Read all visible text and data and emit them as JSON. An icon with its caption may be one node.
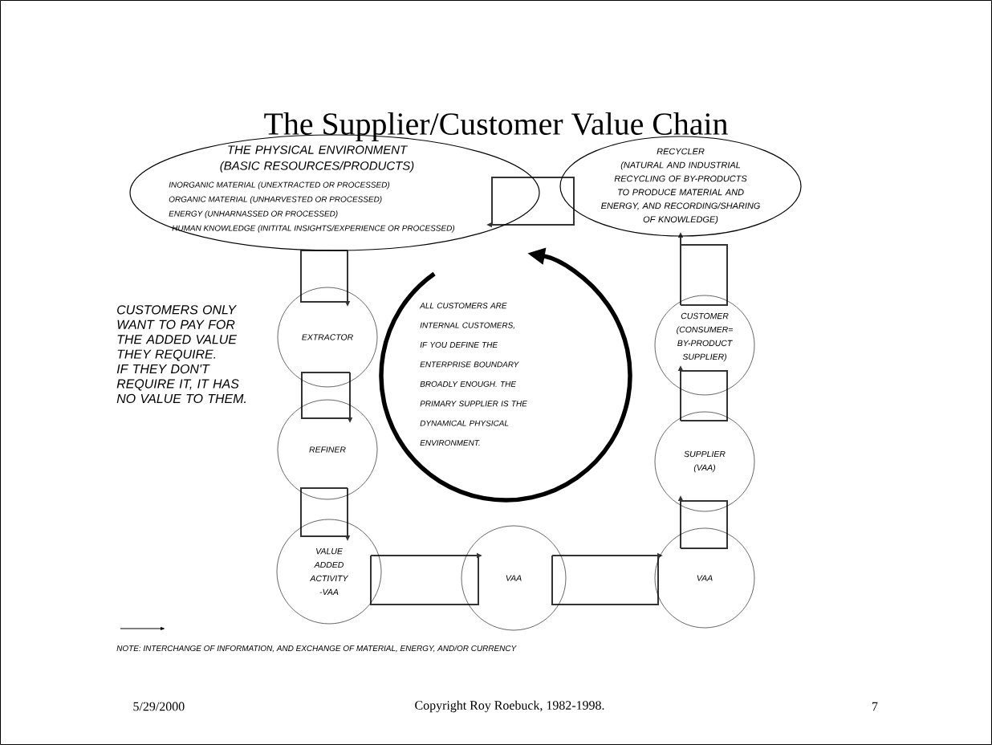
{
  "diagram": {
    "title": "The Supplier/Customer Value Chain",
    "nodes": [
      {
        "text": [
          "THE PHYSICAL ENVIRONMENT (BASIC RESOURCES/PRODUCTS)",
          "INORGANIC MATERIAL (UNEXTRACTED OR PROCESSED)",
          "ORGANIC MATERIAL (UNHARVESTED OR PROCESSED)",
          "ENERGY (UNHARNASSED OR PROCESSED)",
          "HUMAN KNOWLEDGE (INITITAL INSIGHTS/EXPERIENCE OR PROCESSED)"
        ]
      },
      {
        "text": [
          "RECYCLER",
          "(NATURAL AND INDUSTRIAL RECYCLING OF BY-PRODUCTS TO PRODUCE MATERIAL AND ENERGY, AND RECORDING/SHARING OF KNOWLEDGE)"
        ]
      },
      {
        "text": [
          "EXTRACTOR"
        ]
      },
      {
        "text": [
          "REFINER"
        ]
      },
      {
        "text": [
          "VALUE ADDED ACTIVITY -VAA"
        ]
      },
      {
        "text": [
          "VAA"
        ]
      },
      {
        "text": [
          "VAA"
        ]
      },
      {
        "text": [
          "SUPPLIER (VAA)"
        ]
      },
      {
        "text": [
          "CUSTOMER (CONSUMER= BY-PRODUCT SUPPLIER)"
        ]
      }
    ],
    "edges": [
      {
        "from": 0,
        "to": 2,
        "arrow": "to"
      },
      {
        "from": 2,
        "to": 3,
        "arrow": "to"
      },
      {
        "from": 3,
        "to": 4,
        "arrow": "to"
      },
      {
        "from": 4,
        "to": 5,
        "arrow": "to"
      },
      {
        "from": 5,
        "to": 6,
        "arrow": "to"
      },
      {
        "from": 6,
        "to": 7,
        "arrow": "to"
      },
      {
        "from": 7,
        "to": 8,
        "arrow": "to"
      },
      {
        "from": 8,
        "to": 1,
        "arrow": "to"
      },
      {
        "from": 1,
        "to": 0,
        "arrow": "to"
      }
    ],
    "labels": [
      "CUSTOMERS ONLY WANT TO PAY FOR THE ADDED VALUE THEY REQUIRE.  IF THEY DON'T REQUIRE IT, IT HAS NO VALUE TO THEM.",
      "ALL CUSTOMERS ARE INTERNAL CUSTOMERS, IF YOU DEFINE THE ENTERPRISE BOUNDARY BROADLY ENOUGH.  THE PRIMARY SUPPLIER IS THE DYNAMICAL PHYSICAL ENVIRONMENT.",
      "5/29/2000",
      "Copyright Roy Roebuck, 1982-1998.",
      "7"
    ],
    "legend": [
      {
        "text": "NOTE:  INTERCHANGE OF INFORMATION, AND EXCHANGE OF MATERIAL, ENERGY, AND/OR CURRENCY"
      }
    ]
  }
}
